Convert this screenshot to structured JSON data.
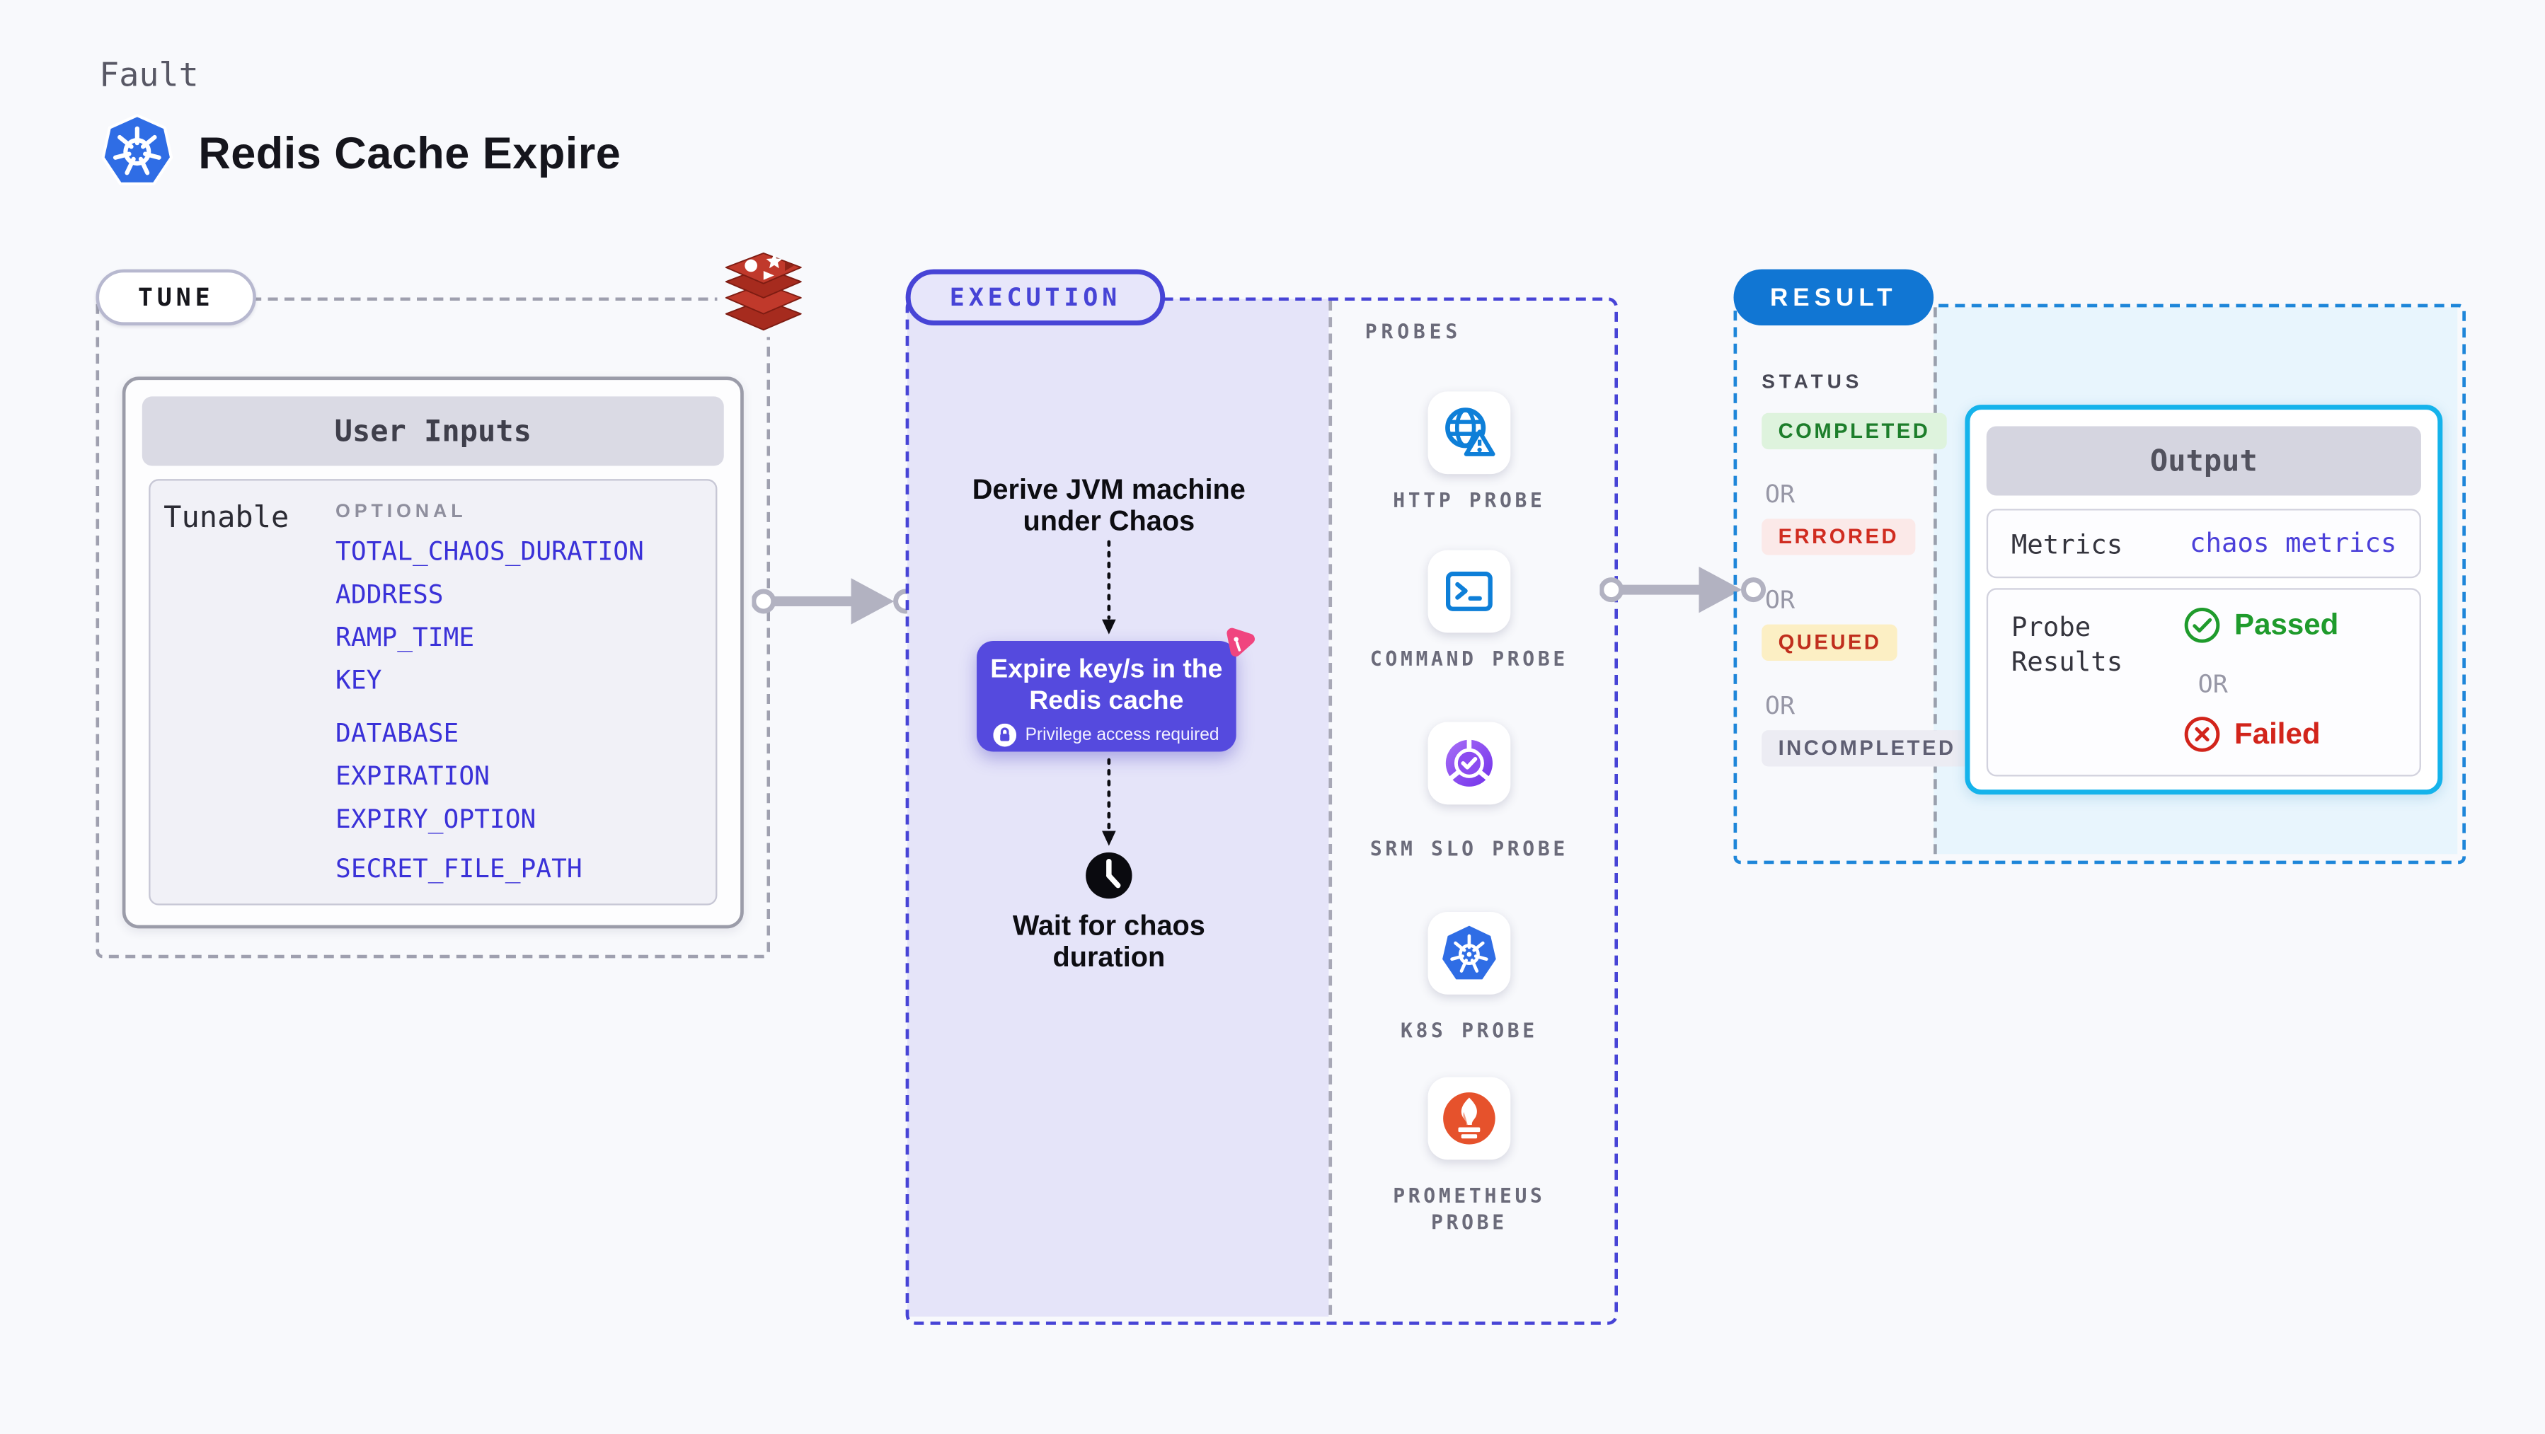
{
  "header": {
    "category_label": "Fault",
    "title": "Redis Cache Expire",
    "title_icon": "kubernetes-icon"
  },
  "tune": {
    "badge_label": "TUNE",
    "corner_icon": "redis-icon",
    "user_inputs": {
      "title": "User Inputs",
      "row_label": "Tunable",
      "column_label": "OPTIONAL",
      "params_group1": [
        "TOTAL_CHAOS_DURATION",
        "ADDRESS",
        "RAMP_TIME",
        "KEY"
      ],
      "params_group2": [
        "DATABASE",
        "EXPIRATION",
        "EXPIRY_OPTION"
      ],
      "params_group3": [
        "SECRET_FILE_PATH"
      ]
    }
  },
  "execution": {
    "badge_label": "EXECUTION",
    "flow": {
      "step1": "Derive JVM machine under Chaos",
      "node_title": "Expire key/s in the Redis cache",
      "node_note": "Privilege access required",
      "node_corner_icon": "chaos-pinwheel-icon",
      "step3_icon": "clock-icon",
      "step3": "Wait for chaos duration"
    },
    "probes": {
      "label": "PROBES",
      "items": [
        {
          "icon": "http-globe-warning-icon",
          "label": "HTTP PROBE"
        },
        {
          "icon": "command-terminal-icon",
          "label": "COMMAND PROBE"
        },
        {
          "icon": "srm-slo-donut-check-icon",
          "label": "SRM SLO PROBE"
        },
        {
          "icon": "kubernetes-icon",
          "label": "K8S PROBE"
        },
        {
          "icon": "prometheus-flame-icon",
          "label": "PROMETHEUS PROBE"
        }
      ]
    }
  },
  "result": {
    "badge_label": "RESULT",
    "status": {
      "label": "STATUS",
      "or_label": "OR",
      "values": [
        {
          "label": "COMPLETED",
          "type": "completed"
        },
        {
          "label": "ERRORED",
          "type": "errored"
        },
        {
          "label": "QUEUED",
          "type": "queued"
        },
        {
          "label": "INCOMPLETED",
          "type": "incompleted"
        }
      ]
    },
    "output": {
      "title": "Output",
      "metrics_label": "Metrics",
      "metrics_value": "chaos metrics",
      "probe_results_label": "Probe Results",
      "passed_label": "Passed",
      "or_label": "OR",
      "failed_label": "Failed",
      "passed_icon": "check-circle-icon",
      "failed_icon": "x-circle-icon"
    }
  },
  "colors": {
    "page_bg": "#f8f9fc",
    "execution_indigo": "#4744d6",
    "execution_lavender": "#e5e4f9",
    "result_blue": "#1176d3",
    "result_cyan_bg": "#e8f5fd",
    "output_border_cyan": "#15b3eb",
    "node_purple": "#554ade",
    "param_link_blue": "#3a31d8",
    "passed_green": "#1f9b2c",
    "failed_red": "#d2241b",
    "queued_bg": "#fcefc4",
    "completed_bg": "#def3dd",
    "errored_bg": "#fbe9e8",
    "incompleted_bg": "#ececf3",
    "arrow_gray": "#b2b2c1",
    "redis_red": "#b03026",
    "prometheus_orange": "#e6522c",
    "kubernetes_blue": "#2f6de5",
    "probe_icon_blue": "#0e7fd8",
    "chaos_pink": "#f0457f"
  }
}
